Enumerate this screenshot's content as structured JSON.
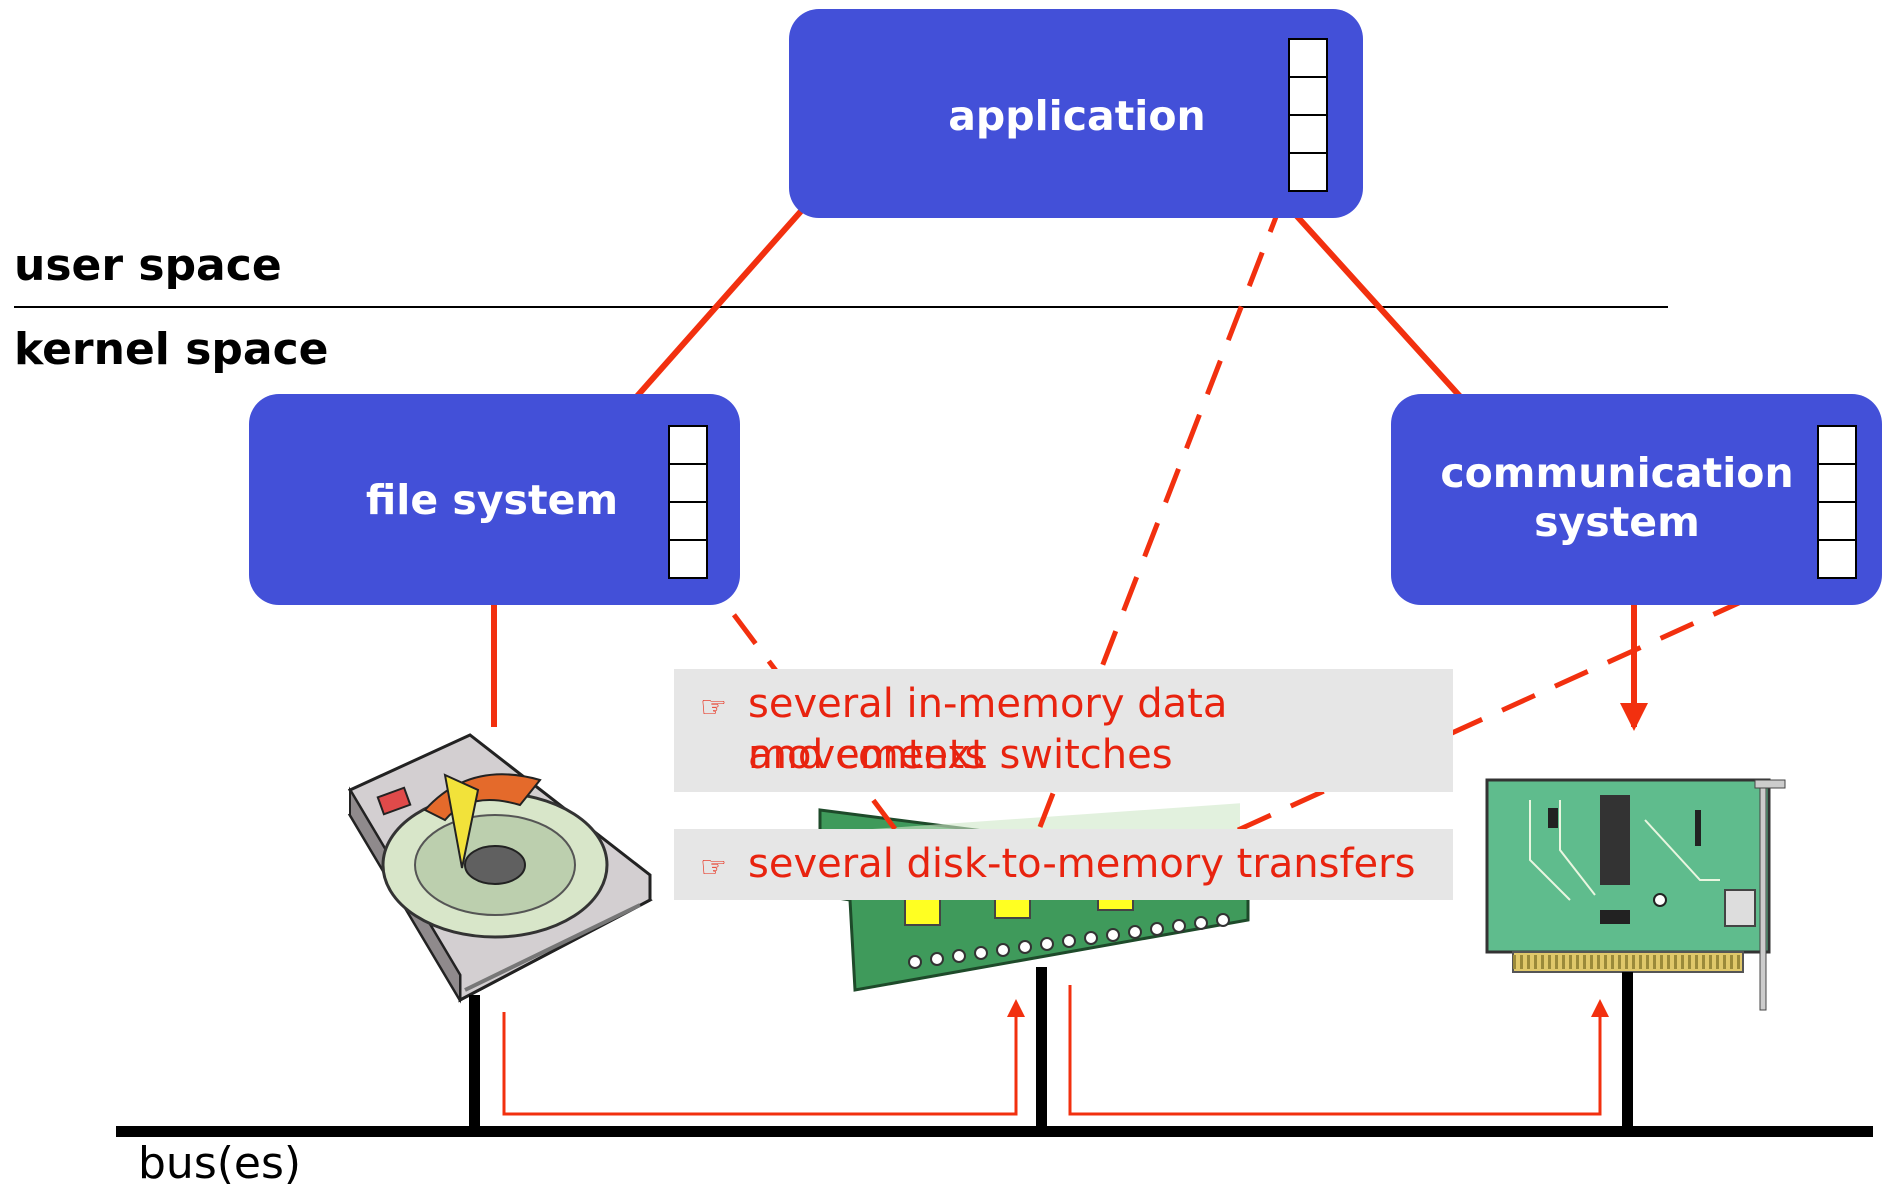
{
  "boxes": {
    "application": "application",
    "file_system": "file system",
    "communication_line1": "communication",
    "communication_line2": "system"
  },
  "labels": {
    "user_space": "user space",
    "kernel_space": "kernel space",
    "bus": "bus(es)"
  },
  "notes": {
    "bullet_icon": "pointing-hand-icon",
    "bullet_glyph": "☞",
    "note1_line1": "several in-memory data movements",
    "note1_line2": "and context switches",
    "note2": "several disk-to-memory transfers"
  },
  "devices": [
    "hard-disk",
    "memory-module",
    "network-card"
  ],
  "colors": {
    "box_fill": "#4350d8",
    "arrow": "#f2300f",
    "note_text": "#e8230f",
    "note_bg": "#e6e6e6"
  }
}
